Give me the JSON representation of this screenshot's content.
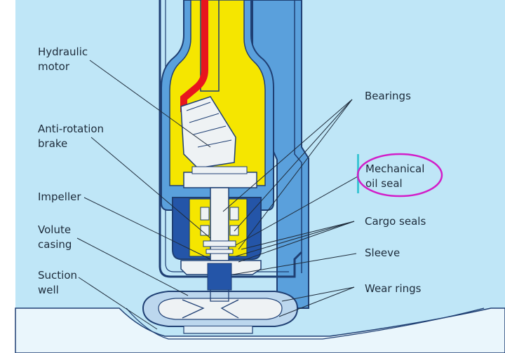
{
  "diagram": {
    "labels": {
      "hydraulic_motor": [
        "Hydraulic",
        "motor"
      ],
      "anti_rotation_brake": [
        "Anti-rotation",
        "brake"
      ],
      "impeller": [
        "Impeller"
      ],
      "volute_casing": [
        "Volute",
        "casing"
      ],
      "suction_well": [
        "Suction",
        "well"
      ],
      "bearings": [
        "Bearings"
      ],
      "mechanical_oil_seal": [
        "Mechanical",
        "oil seal"
      ],
      "cargo_seals": [
        "Cargo seals"
      ],
      "sleeve": [
        "Sleeve"
      ],
      "wear_rings": [
        "Wear rings"
      ]
    },
    "colors": {
      "cargo": "#bfe6f7",
      "casing": "#5aa0dc",
      "outline": "#1f3f73",
      "oil": "#f5e600",
      "pressure_line": "#e8161e",
      "highlight_ring": "#d21ec8",
      "marker_bar": "#3ec6d4"
    }
  }
}
